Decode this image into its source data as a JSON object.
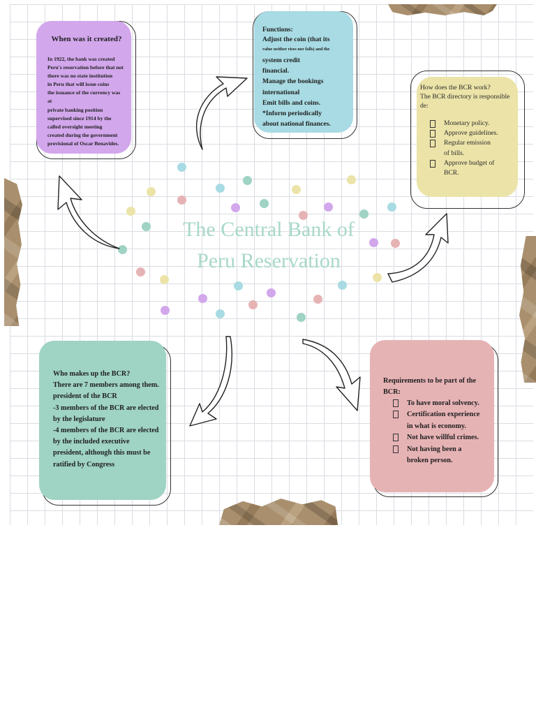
{
  "title": {
    "line1": "The Central Bank of",
    "line2": "Peru Reservation"
  },
  "colors": {
    "purple": "#d2a7ec",
    "cyan": "#a8dbe3",
    "yellow": "#ece3a8",
    "teal": "#9fd3c4",
    "pink": "#e6b3b5",
    "title": "#a8d8c9"
  },
  "created": {
    "heading": "When was it created?",
    "lines": [
      "In 1922, the bank was created",
      "Peru's reservation before that not",
      "there was no state institution",
      "in Peru that will issue coins",
      "the issuance of the currency was at",
      "private banking position",
      "supervised since 1914 by the",
      "called oversight meeting",
      "created during the government",
      "provisional of Oscar Benavides."
    ]
  },
  "functions": {
    "heading": "Functions:",
    "line1": "Adjust the coin (that its",
    "line1_small": "value neither rises nor falls) and the",
    "lines": [
      "system credit",
      "financial.",
      "Manage the bookings",
      "international",
      "Emit bills and coins.",
      "*Inform periodically",
      "about national finances."
    ]
  },
  "how": {
    "line1": "How does the BCR work?",
    "line2": "The BCR directory is responsible",
    "line3": "de:",
    "items": [
      "Monetary policy.",
      "Approve guidelines.",
      "Regular emission of bills.",
      "Approve budget of BCR."
    ]
  },
  "who": {
    "lines": [
      "Who makes up the BCR?",
      "There are 7 members among them.",
      "president of the BCR",
      "-3 members of the BCR are elected",
      "by the legislature",
      "-4 members of the BCR are elected",
      "by the included executive",
      "president, although this must be",
      "ratified by Congress"
    ]
  },
  "requirements": {
    "heading": "Requirements to be part of the BCR:",
    "items": [
      "To have moral solvency.",
      "Certification experience in what is economy.",
      "Not have willful crimes.",
      "Not having been a broken person."
    ]
  }
}
